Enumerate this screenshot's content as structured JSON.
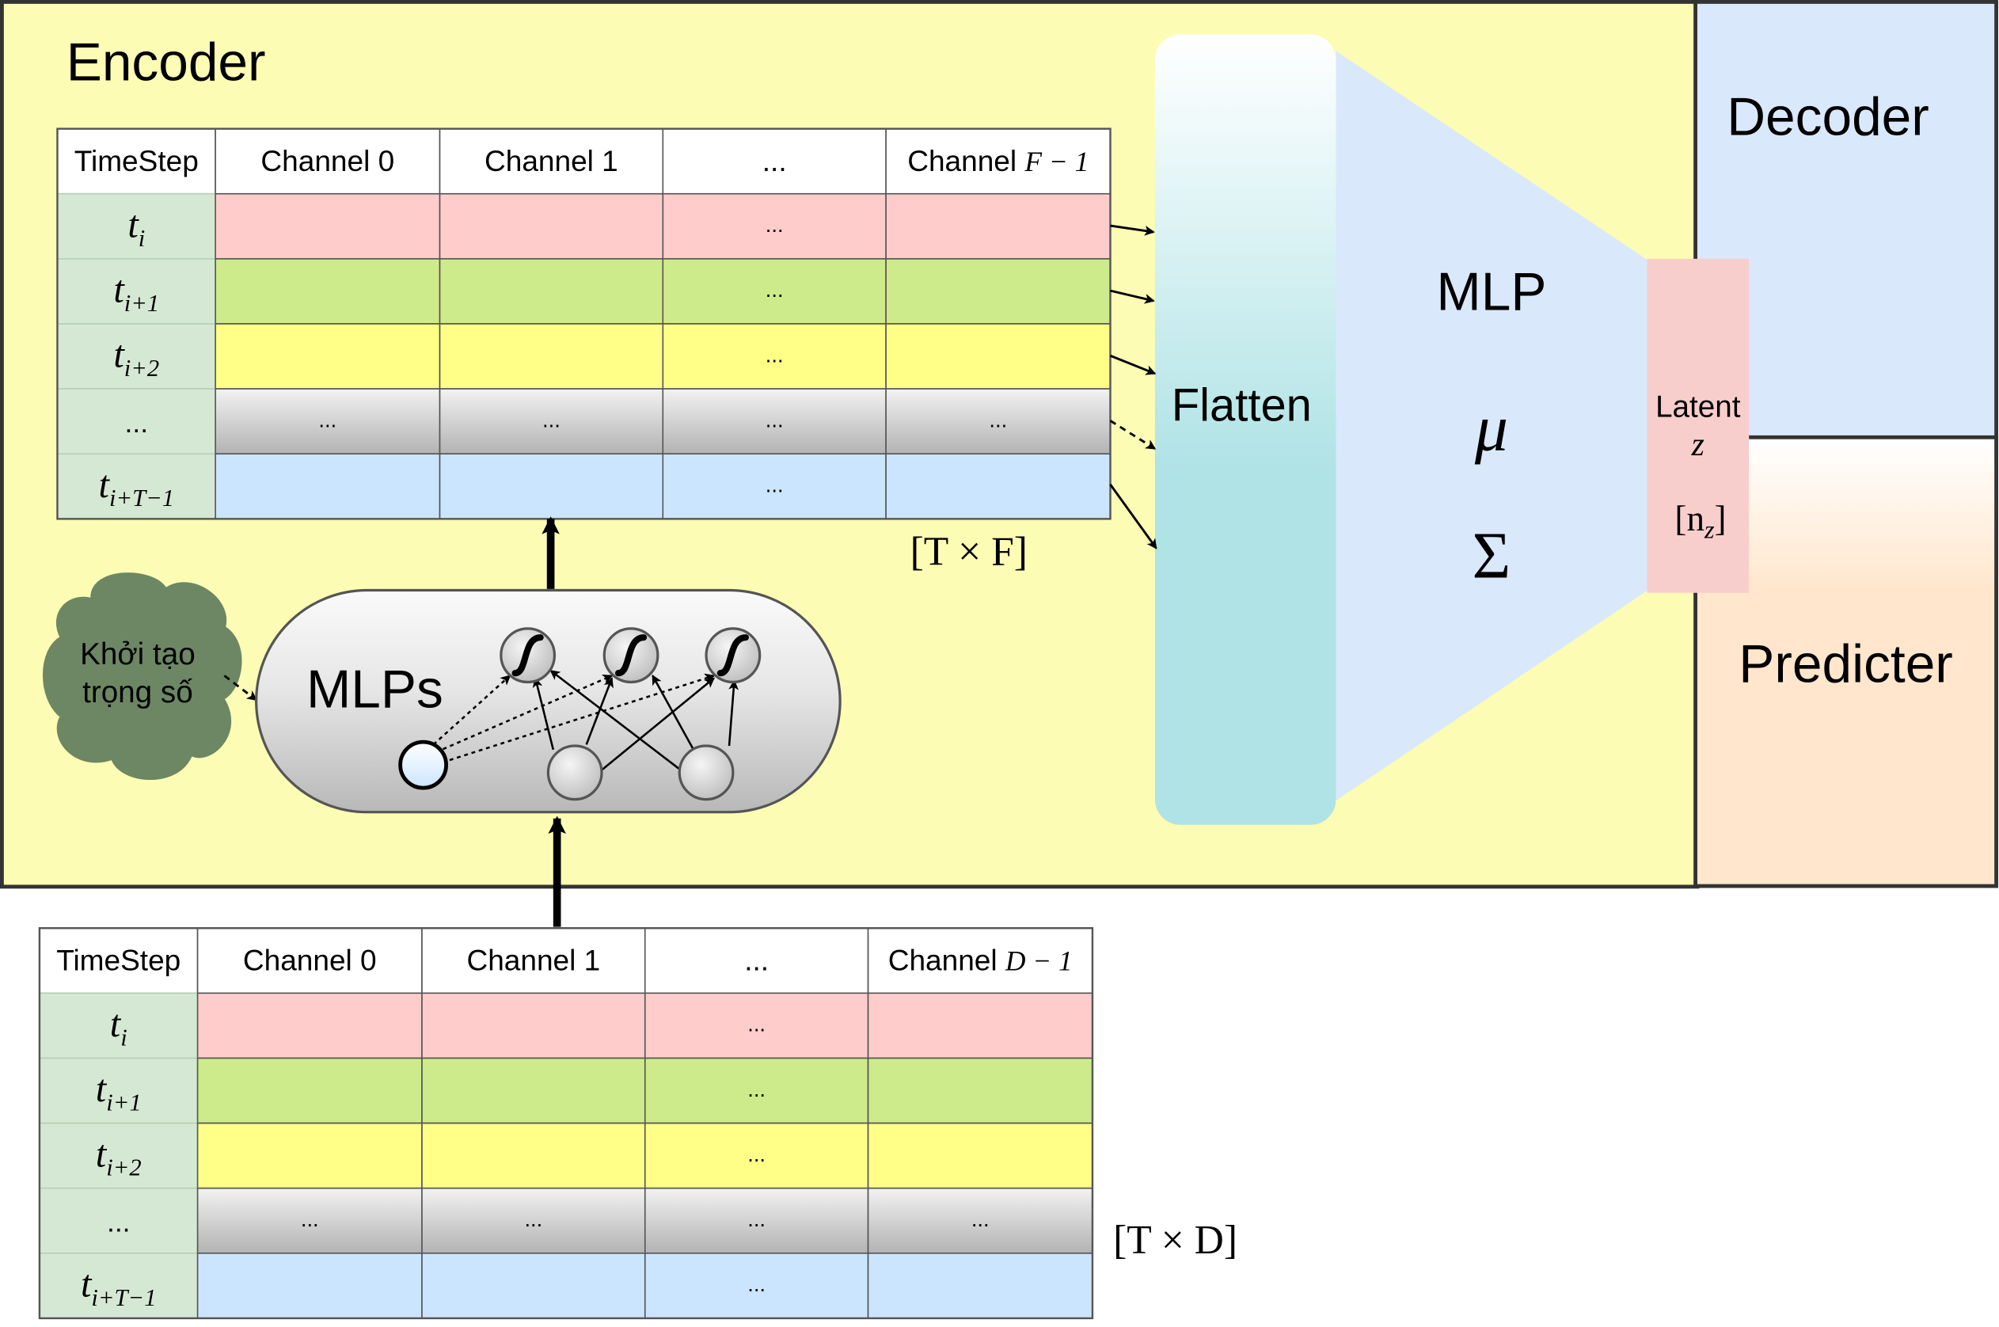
{
  "colors": {
    "encoder_bg": "#fcfcb4",
    "decoder_bg": "#dae8fc",
    "predicter_bg": "#ffe6cc",
    "latent_bg": "#f8cecc",
    "flatten_bg": "#b0e3e6",
    "mlp_bg": "#dae8fc",
    "timestep_col": "#d5e8d4",
    "row_red": "#ffcccc",
    "row_green": "#cdeb8b",
    "row_yellow": "#ffff88",
    "row_blue": "#cce5ff",
    "cloud": "#6d8764"
  },
  "encoder": {
    "title": "Encoder"
  },
  "decoder": {
    "title": "Decoder"
  },
  "predicter": {
    "title": "Predicter"
  },
  "flatten": {
    "label": "Flatten"
  },
  "mlp_block": {
    "label": "MLP",
    "mu": "μ",
    "sigma": "Σ"
  },
  "latent": {
    "label": "Latent",
    "z": "z",
    "dim": "[n",
    "dim_sub": "z",
    "dim_close": "]"
  },
  "init_cloud": {
    "line1": "Khởi tạo",
    "line2": "trọng số"
  },
  "mlps": {
    "label": "MLPs"
  },
  "output_table": {
    "headers": [
      "TimeStep",
      "Channel 0",
      "Channel 1",
      "...",
      "Channel "
    ],
    "last_channel_symbol": "F − 1",
    "rows": [
      {
        "t": "t",
        "sub": "i",
        "cells": [
          "",
          "",
          "...",
          ""
        ]
      },
      {
        "t": "t",
        "sub": "i+1",
        "cells": [
          "",
          "",
          "...",
          ""
        ]
      },
      {
        "t": "t",
        "sub": "i+2",
        "cells": [
          "",
          "",
          "...",
          ""
        ]
      },
      {
        "t": "...",
        "sub": "",
        "cells": [
          "...",
          "...",
          "...",
          "..."
        ]
      },
      {
        "t": "t",
        "sub": "i+T−1",
        "cells": [
          "",
          "",
          "...",
          ""
        ]
      }
    ],
    "shape": "[T × F]"
  },
  "input_table": {
    "headers": [
      "TimeStep",
      "Channel 0",
      "Channel 1",
      "...",
      "Channel "
    ],
    "last_channel_symbol": "D − 1",
    "rows": [
      {
        "t": "t",
        "sub": "i",
        "cells": [
          "",
          "",
          "...",
          ""
        ]
      },
      {
        "t": "t",
        "sub": "i+1",
        "cells": [
          "",
          "",
          "...",
          ""
        ]
      },
      {
        "t": "t",
        "sub": "i+2",
        "cells": [
          "",
          "",
          "...",
          ""
        ]
      },
      {
        "t": "...",
        "sub": "",
        "cells": [
          "...",
          "...",
          "...",
          "..."
        ]
      },
      {
        "t": "t",
        "sub": "i+T−1",
        "cells": [
          "",
          "",
          "...",
          ""
        ]
      }
    ],
    "shape": "[T × D]"
  }
}
